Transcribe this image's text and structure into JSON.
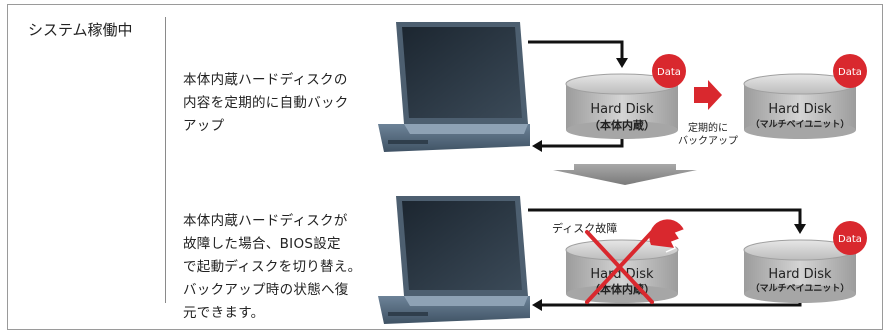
{
  "status_label": "システム稼働中",
  "upper": {
    "description": "本体内蔵ハードディスクの\n内容を定期的に自動バック\nアップ",
    "disk_internal": {
      "name": "Hard Disk",
      "sub": "（本体内蔵）",
      "badge": "Data"
    },
    "disk_external": {
      "name": "Hard Disk",
      "sub": "（マルチベイユニット）",
      "badge": "Data"
    },
    "backup_label_line1": "定期的に",
    "backup_label_line2": "バックアップ"
  },
  "lower": {
    "description": "本体内蔵ハードディスクが\n故障した場合、BIOS設定\nで起動ディスクを切り替え。\nバックアップ時の状態へ復\n元できます。",
    "failure_label": "ディスク故障",
    "disk_internal": {
      "name": "Hard Disk",
      "sub": "（本体内蔵）"
    },
    "disk_external": {
      "name": "Hard Disk",
      "sub": "（マルチベイユニット）",
      "badge": "Data"
    }
  },
  "colors": {
    "badge_red": "#d9282e",
    "disk_gray": "#b4b4b4",
    "arrow_gray": "#8c8c8c",
    "laptop_blue": "#5a6f84"
  }
}
